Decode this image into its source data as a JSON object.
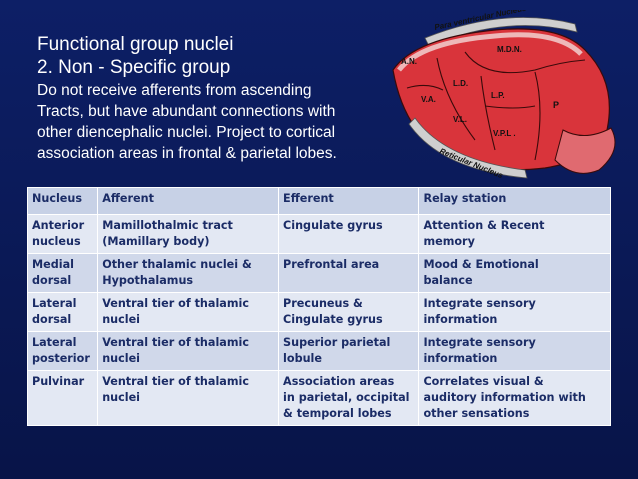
{
  "slide": {
    "title_line1": "Functional group nuclei",
    "title_line2": "2. Non - Specific group",
    "body_lines": [
      "Do not receive afferents from ascending",
      "Tracts, but have abundant connections with",
      "other diencephalic nuclei. Project to cortical",
      "association areas in frontal & parietal lobes."
    ]
  },
  "diagram": {
    "top_label": "Para ventricular Nucleus",
    "bottom_label": "Reticular Nucleus",
    "labels": {
      "an": "A.N.",
      "mdn": "M.D.N.",
      "ld": "L.D.",
      "lp": "L.P.",
      "va": "V.A.",
      "vl": "V.L.",
      "vpl": "V.P.L .",
      "p": "P"
    },
    "colors": {
      "nucleus_fill": "#d9343b",
      "outline": "#3a0a0a",
      "label": "#111111"
    }
  },
  "table": {
    "headers": [
      "Nucleus",
      "Afferent",
      "Efferent",
      "Relay station"
    ],
    "rows": [
      {
        "c": [
          [
            "Anterior",
            "nucleus"
          ],
          [
            "Mamillothalmic tract",
            "(Mamillary body)"
          ],
          [
            "Cingulate gyrus"
          ],
          [
            "Attention & Recent",
            "memory"
          ]
        ]
      },
      {
        "c": [
          [
            "Medial",
            "dorsal"
          ],
          [
            "Other thalamic nuclei &",
            "Hypothalamus"
          ],
          [
            "Prefrontal area"
          ],
          [
            "Mood & Emotional",
            "balance"
          ]
        ]
      },
      {
        "c": [
          [
            "Lateral",
            "dorsal"
          ],
          [
            "Ventral tier of thalamic",
            "nuclei"
          ],
          [
            "Precuneus &",
            "Cingulate gyrus"
          ],
          [
            "Integrate sensory",
            "information"
          ]
        ]
      },
      {
        "c": [
          [
            "Lateral",
            "posterior"
          ],
          [
            "Ventral tier of thalamic",
            "nuclei"
          ],
          [
            "Superior parietal",
            "lobule"
          ],
          [
            "Integrate sensory",
            "information"
          ]
        ]
      },
      {
        "c": [
          [
            "Pulvinar"
          ],
          [
            "Ventral tier of thalamic",
            "nuclei"
          ],
          [
            "Association areas",
            "in parietal, occipital",
            "& temporal lobes"
          ],
          [
            "Correlates visual &",
            "auditory information with",
            "other sensations"
          ]
        ]
      }
    ]
  }
}
